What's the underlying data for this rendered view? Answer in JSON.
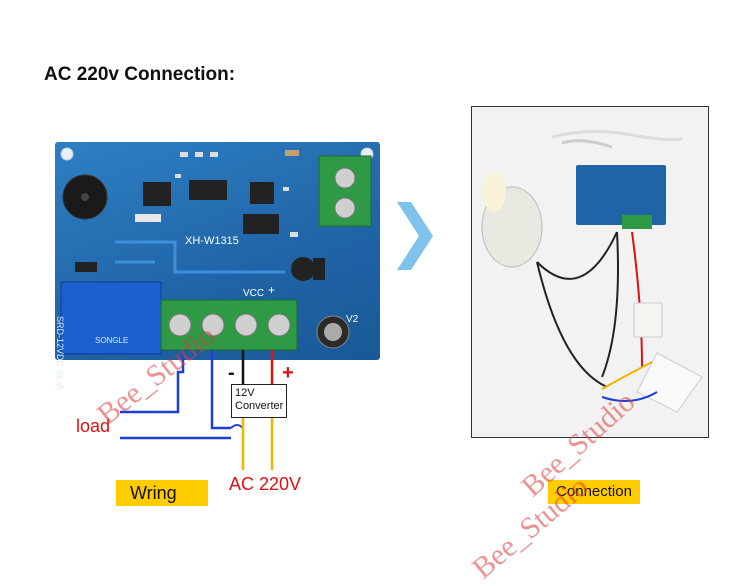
{
  "title": "AC 220v Connection:",
  "board": {
    "model_label": "XH-W1315",
    "vcc_label": "VCC",
    "plus_label": "+",
    "v2_label": "V2",
    "relay_text": "SRD-12VDC-SL-A",
    "relay_brand": "SONGLE"
  },
  "wiring": {
    "minus_label": "-",
    "plus_label": "+",
    "converter_label_line1": "12V",
    "converter_label_line2": "Converter",
    "load_label": "load",
    "ac_label": "AC 220V",
    "wring_label": "Wring"
  },
  "connection_label": "Connection",
  "watermark": "Bee_Studio",
  "colors": {
    "pcb": "#1f64a6",
    "terminal": "#2e9a46",
    "wire_blue": "#1e3fd6",
    "wire_red": "#e01010",
    "wire_yellow": "#f0b400",
    "highlight": "#ffcc00",
    "arrow": "#7fc3ea"
  }
}
